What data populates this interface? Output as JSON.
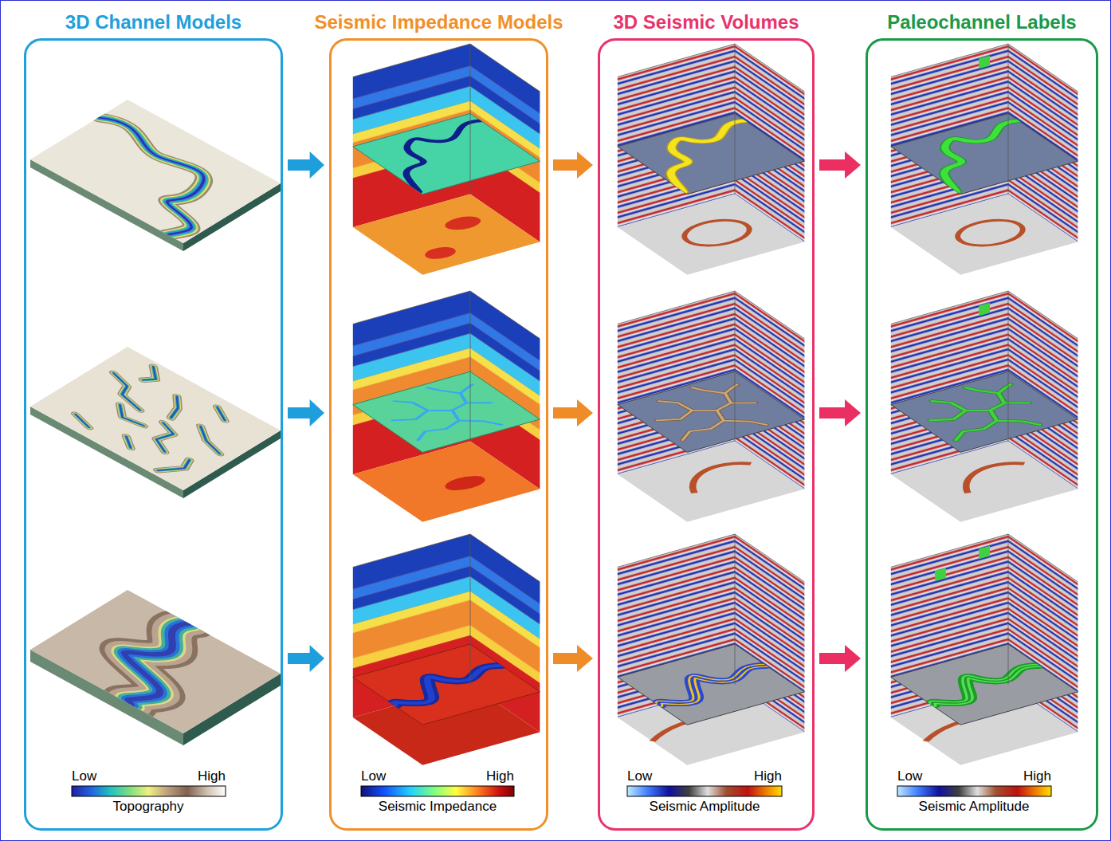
{
  "diagram": {
    "nodes": [
      {
        "text": [
          "3D Channel Models"
        ]
      },
      {
        "text": [
          "Seismic Impedance Models"
        ]
      },
      {
        "text": [
          "3D Seismic Volumes"
        ]
      },
      {
        "text": [
          "Paleochannel Labels"
        ]
      }
    ],
    "edges": [
      {
        "from": 0,
        "to": 1,
        "arrow": "to"
      },
      {
        "from": 0,
        "to": 1,
        "arrow": "to"
      },
      {
        "from": 0,
        "to": 1,
        "arrow": "to"
      },
      {
        "from": 1,
        "to": 2,
        "arrow": "to"
      },
      {
        "from": 1,
        "to": 2,
        "arrow": "to"
      },
      {
        "from": 1,
        "to": 2,
        "arrow": "to"
      },
      {
        "from": 2,
        "to": 3,
        "arrow": "to"
      },
      {
        "from": 2,
        "to": 3,
        "arrow": "to"
      },
      {
        "from": 2,
        "to": 3,
        "arrow": "to"
      }
    ],
    "labels": [
      "Low",
      "High",
      "Topography",
      "Low",
      "High",
      "Seismic Impedance",
      "Low",
      "High",
      "Seismic Amplitude",
      "Low",
      "High",
      "Seismic Amplitude"
    ]
  }
}
